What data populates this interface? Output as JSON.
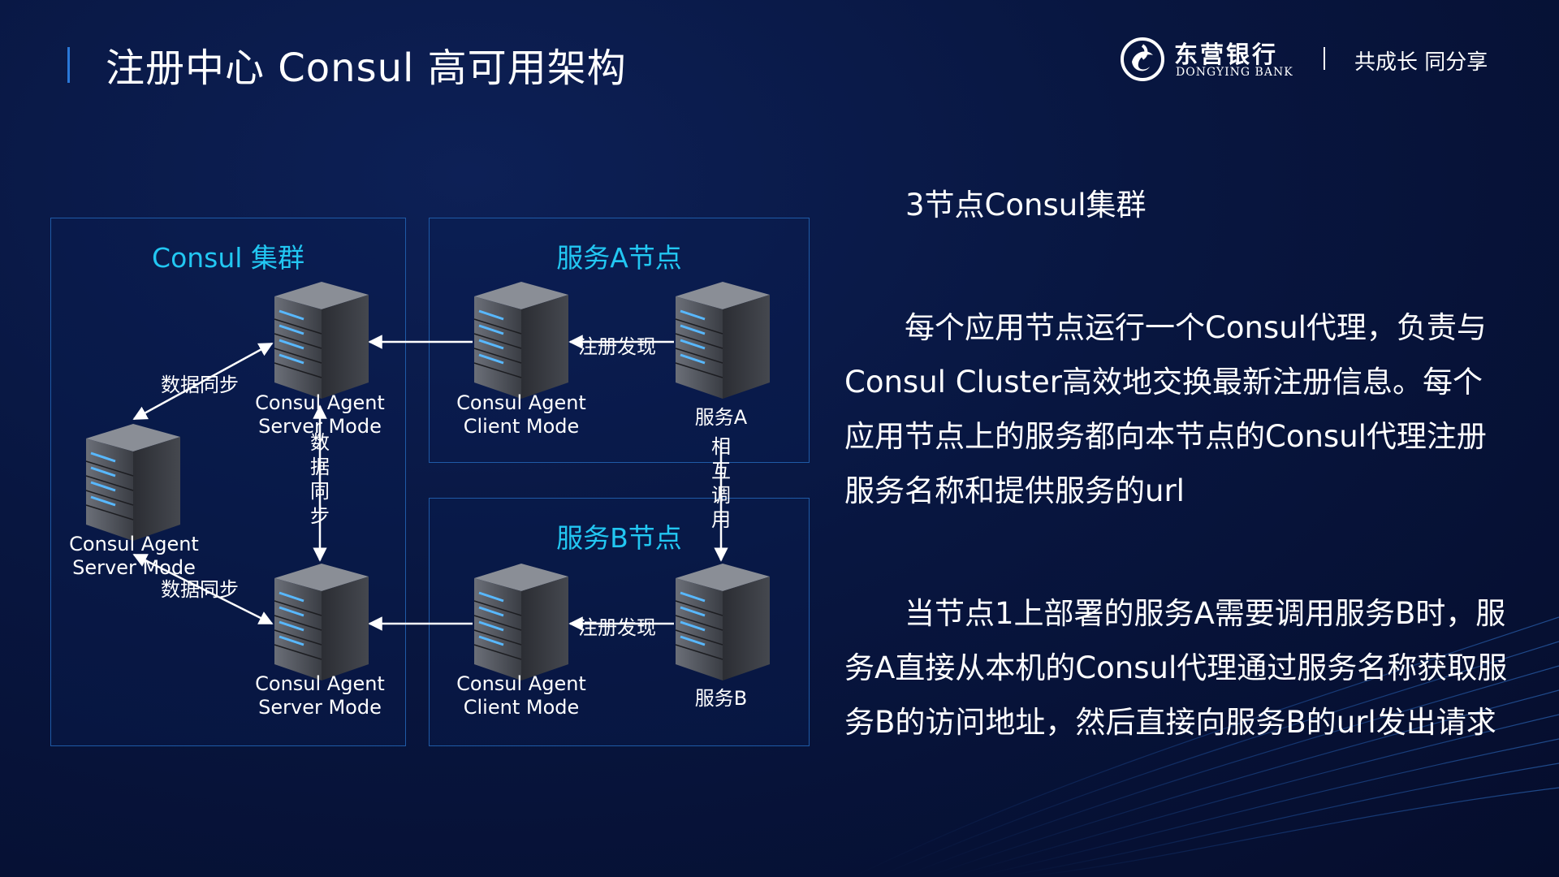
{
  "header": {
    "title": "注册中心 Consul 高可用架构",
    "brand_cn": "东营银行",
    "brand_en": "DONGYING BANK",
    "slogan": "共成长 同分享"
  },
  "diagram": {
    "panels": {
      "consul_cluster": "Consul 集群",
      "service_a_node": "服务A节点",
      "service_b_node": "服务B节点"
    },
    "nodes": {
      "server_top": [
        "Consul Agent",
        "Server Mode"
      ],
      "server_left": [
        "Consul Agent",
        "Server Mode"
      ],
      "server_bottom": [
        "Consul Agent",
        "Server Mode"
      ],
      "client_a": [
        "Consul Agent",
        "Client Mode"
      ],
      "client_b": [
        "Consul Agent",
        "Client Mode"
      ],
      "service_a": "服务A",
      "service_b": "服务B"
    },
    "edges": {
      "sync_top": "数据同步",
      "sync_bottom": "数据同步",
      "sync_vertical": "数据同步",
      "register_a": "注册发现",
      "register_b": "注册发现",
      "mutual_call": "相互调用"
    }
  },
  "description": {
    "heading": "3节点Consul集群",
    "paragraphs": [
      "每个应用节点运行一个Consul代理，负责与Consul Cluster高效地交换最新注册信息。每个应用节点上的服务都向本节点的Consul代理注册服务名称和提供服务的url",
      "当节点1上部署的服务A需要调用服务B时，服务A直接从本机的Consul代理通过服务名称获取服务B的访问地址，然后直接向服务B的url发出请求"
    ]
  },
  "colors": {
    "accent": "#22c7f2",
    "panel_border": "#1f5aa6",
    "background": "#081640"
  }
}
